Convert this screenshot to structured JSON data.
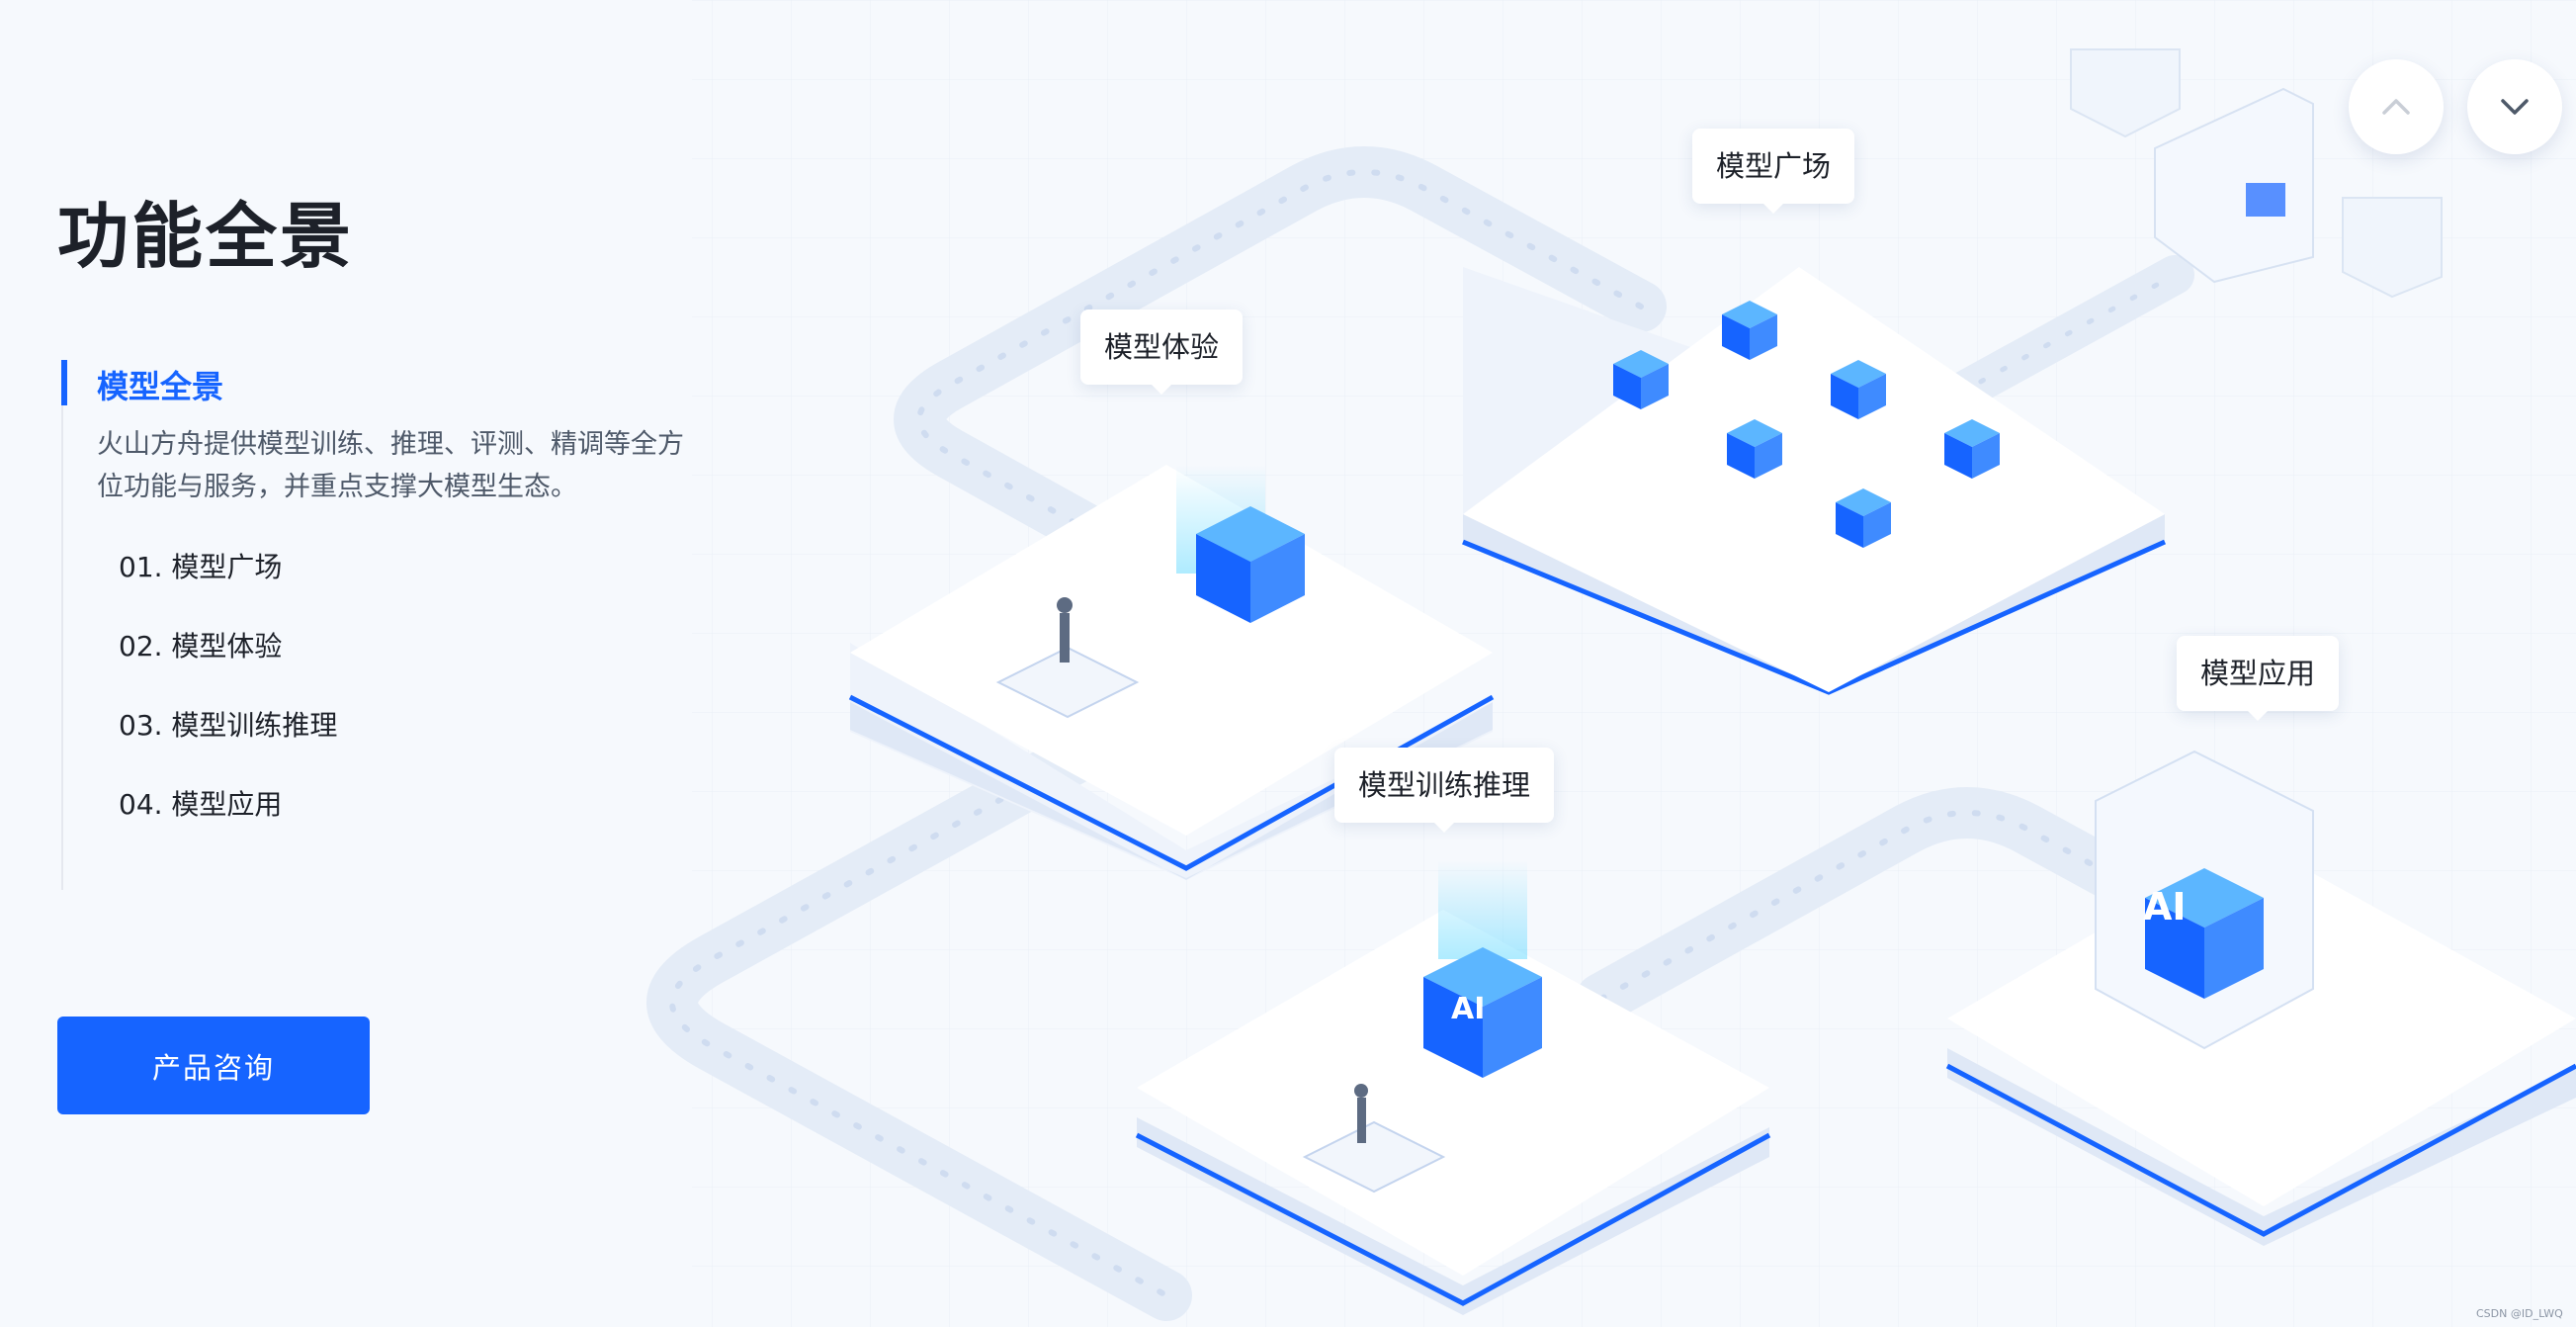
{
  "page": {
    "title": "功能全景"
  },
  "feature_panel": {
    "active_section": {
      "title": "模型全景",
      "description": "火山方舟提供模型训练、推理、评测、精调等全方位功能与服务，并重点支撑大模型生态。"
    },
    "items": [
      {
        "label": "01. 模型广场"
      },
      {
        "label": "02. 模型体验"
      },
      {
        "label": "03. 模型训练推理"
      },
      {
        "label": "04. 模型应用"
      }
    ]
  },
  "cta": {
    "label": "产品咨询"
  },
  "navigation": {
    "up_icon": "chevron-up-icon",
    "down_icon": "chevron-down-icon"
  },
  "scene_labels": {
    "model_square": "模型广场",
    "model_experience": "模型体验",
    "model_training": "模型训练推理",
    "model_application": "模型应用",
    "ai_badge": "AI"
  },
  "watermark": "CSDN @ID_LWQ",
  "colors": {
    "accent": "#1664ff",
    "background": "#f6f9fd",
    "title_text": "#1d2129",
    "body_text": "#4e5969"
  }
}
